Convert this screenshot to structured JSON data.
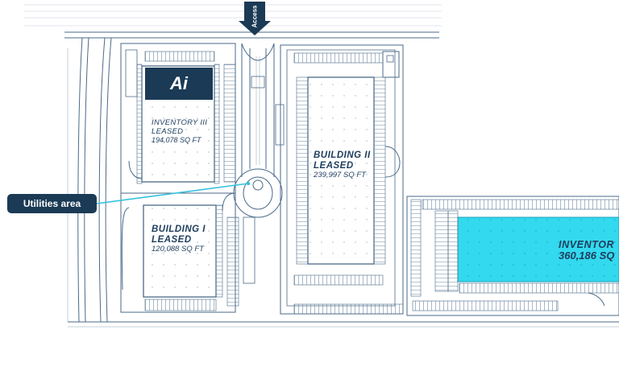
{
  "logo": {
    "text": "Ai",
    "color": "#1b3a55"
  },
  "access": {
    "label": "Access"
  },
  "callout": {
    "label": "Utilities area",
    "line_color": "#35c2dc"
  },
  "buildings": {
    "inventory_iii": {
      "title": "INVENTORY III",
      "status": "LEASED",
      "area": "194,078 SQ FT"
    },
    "building_ii": {
      "title": "BUILDING II",
      "status": "LEASED",
      "area": "239,997 SQ FT"
    },
    "building_i": {
      "title": "BUILDING I",
      "status": "LEASED",
      "area": "120,088 SQ FT"
    },
    "inventory_iv": {
      "title": "INVENTOR",
      "area": "360,186 SQ",
      "highlight_color": "#33d9ee"
    }
  },
  "colors": {
    "line": "#4a6a88",
    "text": "#1e3d5e",
    "badge": "#1b3a55"
  }
}
